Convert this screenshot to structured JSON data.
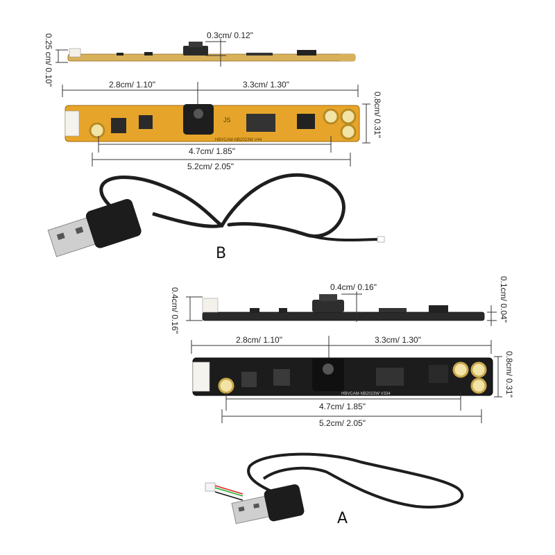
{
  "variant_b": {
    "label": "B",
    "board_color": "#e6a52a",
    "silk_text": "HBVCAM-NB2023W V44",
    "mark_text": "JS",
    "dims": {
      "side_thickness": "0.25 cm/ 0.10\"",
      "lens_height": "0.3cm/ 0.12\"",
      "left_span": "2.8cm/ 1.10\"",
      "right_span": "3.3cm/ 1.30\"",
      "width": "0.8cm/ 0.31\"",
      "hole_spacing": "4.7cm/ 1.85\"",
      "total_length": "5.2cm/ 2.05\""
    }
  },
  "variant_a": {
    "label": "A",
    "board_color": "#1c1c1c",
    "silk_text": "HBVCAM-NB2023W V334",
    "dims": {
      "side_thickness": "0.4cm/ 0.16\"",
      "lens_height": "0.4cm/ 0.16\"",
      "pcb_thickness": "0.1cm/ 0.04\"",
      "left_span": "2.8cm/ 1.10\"",
      "right_span": "3.3cm/ 1.30\"",
      "width": "0.8cm/ 0.31\"",
      "hole_spacing": "4.7cm/ 1.85\"",
      "total_length": "5.2cm/ 2.05\""
    }
  },
  "colors": {
    "cable": "#1e1e1e",
    "usb_metal": "#c9c9c9",
    "pad": "#f2e3a6"
  }
}
